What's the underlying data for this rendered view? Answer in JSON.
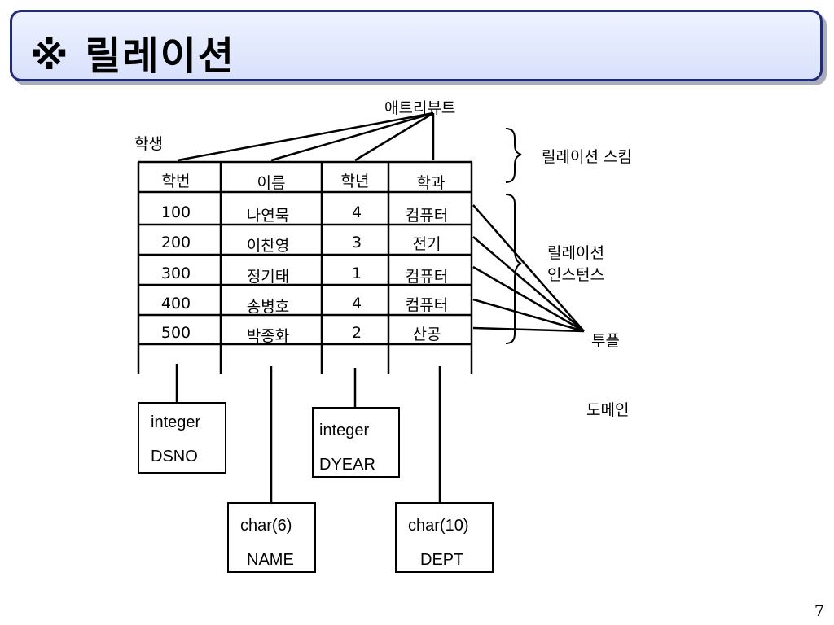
{
  "title": "※ 릴레이션",
  "labels": {
    "attribute": "애트리뷰트",
    "relation_name": "학생",
    "schema": "릴레이션 스킴",
    "instance_line1": "릴레이션",
    "instance_line2": "인스턴스",
    "tuple": "투플",
    "domain": "도메인"
  },
  "table": {
    "headers": [
      "학번",
      "이름",
      "학년",
      "학과"
    ],
    "rows": [
      [
        "100",
        "나연묵",
        "4",
        "컴퓨터"
      ],
      [
        "200",
        "이찬영",
        "3",
        "전기"
      ],
      [
        "300",
        "정기태",
        "1",
        "컴퓨터"
      ],
      [
        "400",
        "송병호",
        "4",
        "컴퓨터"
      ],
      [
        "500",
        "박종화",
        "2",
        "산공"
      ]
    ]
  },
  "domains": [
    {
      "type": "integer",
      "name": "DSNO"
    },
    {
      "type": "char(6)",
      "name": "NAME"
    },
    {
      "type": "integer",
      "name": "DYEAR"
    },
    {
      "type": "char(10)",
      "name": "DEPT"
    }
  ],
  "page_number": "7"
}
